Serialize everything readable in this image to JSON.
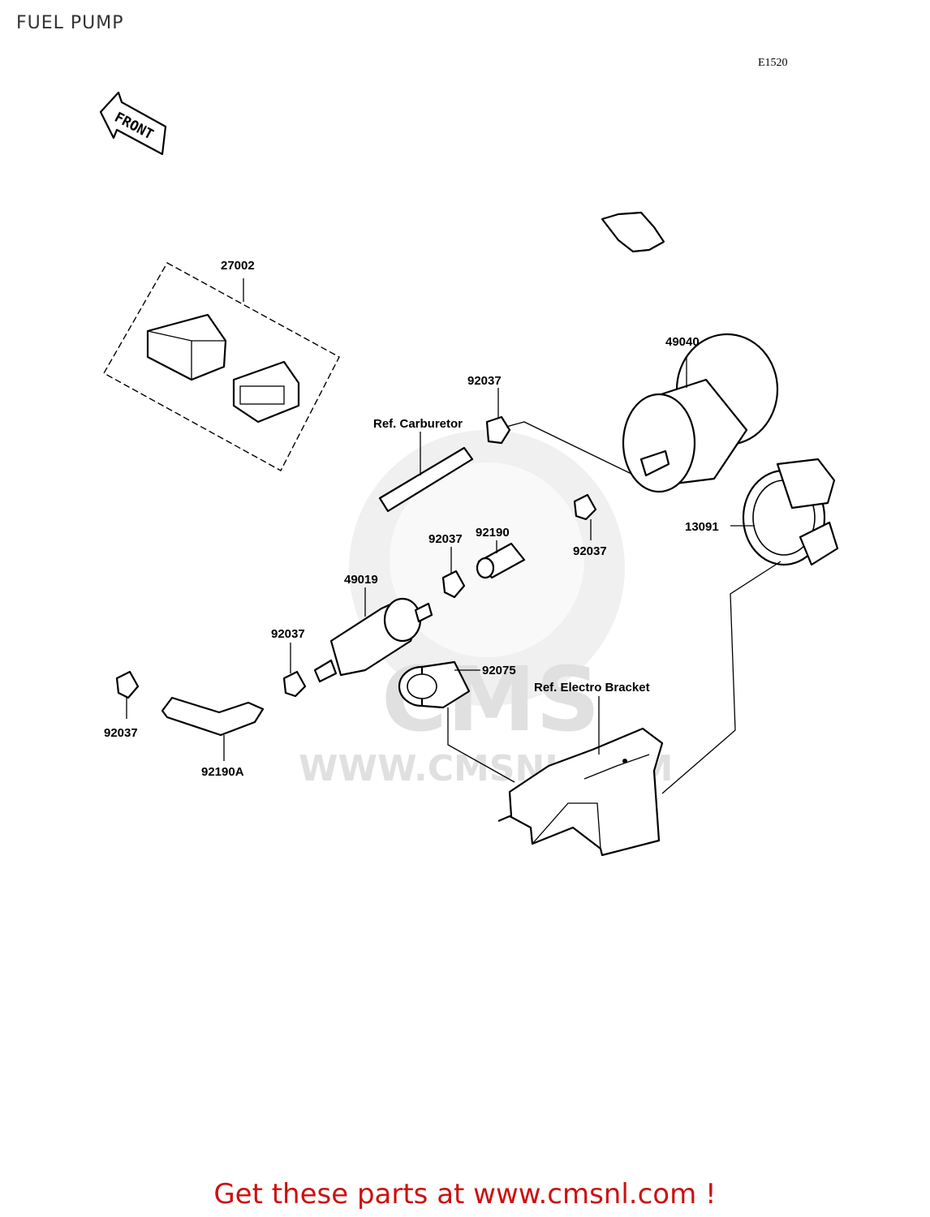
{
  "header": {
    "title": "FUEL PUMP",
    "diagram_code": "E1520"
  },
  "front_arrow": {
    "label": "FRONT"
  },
  "watermark": {
    "logo_text": "CMS",
    "url_text": "WWW.CMSNL.COM"
  },
  "callouts": {
    "p27002": "27002",
    "p49040": "49040",
    "p92037_top": "92037",
    "ref_carburetor": "Ref. Carburetor",
    "p92037_right": "92037",
    "p13091": "13091",
    "p92037_mid": "92037",
    "p92190": "92190",
    "p49019": "49019",
    "p92037_left": "92037",
    "p92075": "92075",
    "ref_electro_bracket": "Ref. Electro Bracket",
    "p92037_far_left": "92037",
    "p92190A": "92190A"
  },
  "footer": {
    "promo_text": "Get these parts at www.cmsnl.com !"
  }
}
